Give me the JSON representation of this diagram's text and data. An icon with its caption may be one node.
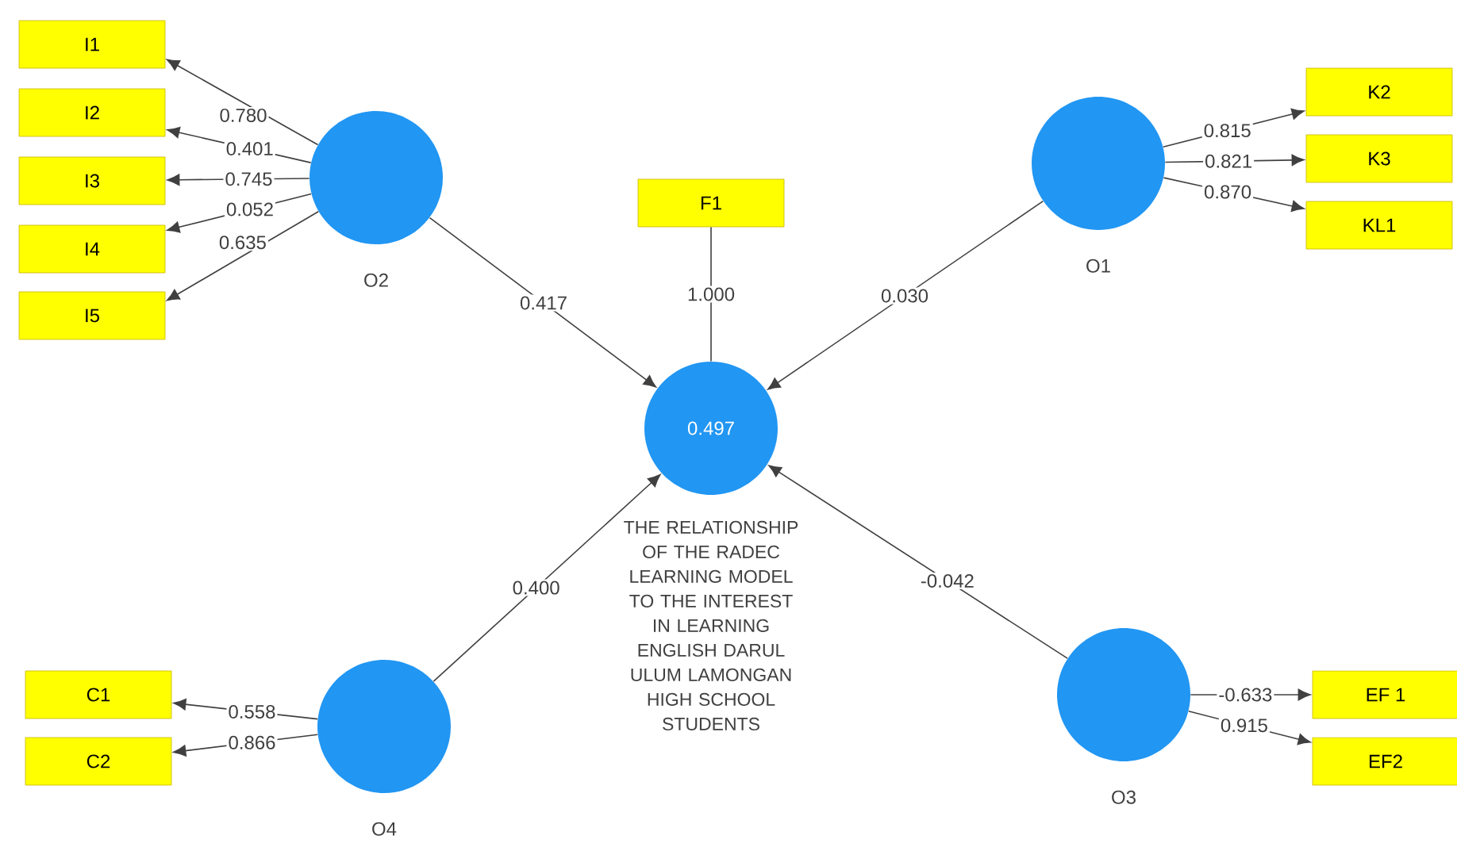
{
  "diagram": {
    "nodes": [
      {
        "text": [
          "I1"
        ]
      },
      {
        "text": [
          "I2"
        ]
      },
      {
        "text": [
          "I3"
        ]
      },
      {
        "text": [
          "I4"
        ]
      },
      {
        "text": [
          "I5"
        ]
      },
      {
        "text": [],
        "shape": "circle",
        "beside": [
          "O2"
        ]
      },
      {
        "text": [
          "F1"
        ]
      },
      {
        "text": [],
        "shape": "circle",
        "beside": [
          "O1"
        ]
      },
      {
        "text": [
          "K2"
        ]
      },
      {
        "text": [
          "K3"
        ]
      },
      {
        "text": [
          "KL1"
        ]
      },
      {
        "text": [
          "0.497"
        ],
        "beside": [
          "THE RELATIONSHIP OF THE RADEC LEARNING MODEL TO THE INTEREST IN LEARNING ENGLISH DARUL ULUM LAMONGAN HIGH SCHOOL STUDENTS"
        ]
      },
      {
        "text": [
          "C1"
        ]
      },
      {
        "text": [
          "C2"
        ]
      },
      {
        "text": [],
        "shape": "circle",
        "beside": [
          "O4"
        ]
      },
      {
        "text": [],
        "shape": "circle",
        "beside": [
          "O3"
        ]
      },
      {
        "text": [
          "EF 1"
        ]
      },
      {
        "text": [
          "EF2"
        ]
      }
    ],
    "edges": [
      {
        "from": 5,
        "to": 0,
        "arrow": "to",
        "label": "0.780"
      },
      {
        "from": 5,
        "to": 1,
        "arrow": "to",
        "label": "0.401"
      },
      {
        "from": 5,
        "to": 2,
        "arrow": "to",
        "label": "0.745"
      },
      {
        "from": 5,
        "to": 3,
        "arrow": "to",
        "label": "0.052"
      },
      {
        "from": 5,
        "to": 4,
        "arrow": "to",
        "label": "0.635"
      },
      {
        "from": 5,
        "to": 11,
        "arrow": "to",
        "label": "0.417"
      },
      {
        "from": 6,
        "to": 11,
        "arrow": "none",
        "label": "1.000"
      },
      {
        "from": 7,
        "to": 11,
        "arrow": "to",
        "label": "0.030"
      },
      {
        "from": 7,
        "to": 8,
        "arrow": "to",
        "label": "0.815"
      },
      {
        "from": 7,
        "to": 9,
        "arrow": "to",
        "label": "0.821"
      },
      {
        "from": 7,
        "to": 10,
        "arrow": "to",
        "label": "0.870"
      },
      {
        "from": 14,
        "to": 11,
        "arrow": "to",
        "label": "0.400"
      },
      {
        "from": 15,
        "to": 11,
        "arrow": "to",
        "label": "-0.042"
      },
      {
        "from": 14,
        "to": 12,
        "arrow": "to",
        "label": "0.558"
      },
      {
        "from": 14,
        "to": 13,
        "arrow": "to",
        "label": "0.866"
      },
      {
        "from": 15,
        "to": 16,
        "arrow": "to",
        "label": "-0.633"
      },
      {
        "from": 15,
        "to": 17,
        "arrow": "to",
        "label": "0.915"
      }
    ]
  }
}
